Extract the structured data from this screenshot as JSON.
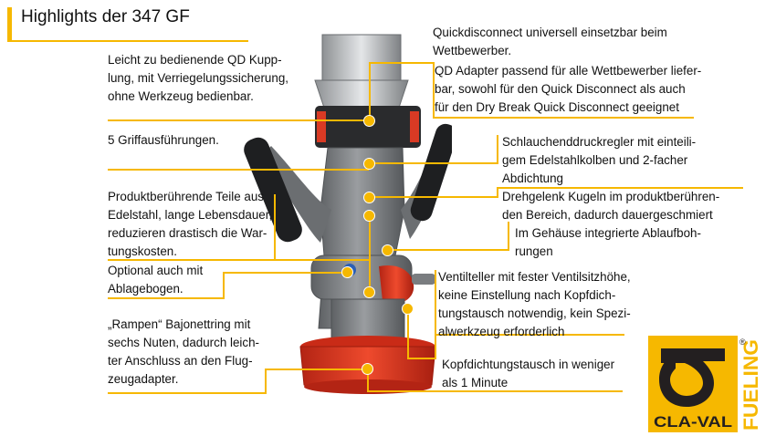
{
  "header": {
    "title": "Highlights der 347 GF"
  },
  "left_callouts": [
    {
      "id": "qd-kupplung",
      "lines": [
        "Leicht zu bedienende QD Kupp-",
        "lung, mit Verriegelungssicherung,",
        "ohne Werkzeug bedienbar."
      ]
    },
    {
      "id": "griff",
      "lines": [
        "5 Griffausführungen."
      ]
    },
    {
      "id": "edelstahl",
      "lines": [
        "Produktberührende Teile aus",
        "Edelstahl, lange Lebensdauer,",
        "reduzieren drastisch die War-",
        "tungskosten."
      ]
    },
    {
      "id": "ablagebogen",
      "lines": [
        "Optional auch mit",
        "Ablagebogen."
      ]
    },
    {
      "id": "bajonett",
      "lines": [
        "„Rampen“ Bajonettring mit",
        "sechs Nuten, dadurch leich-",
        "ter Anschluss an den Flug-",
        "zeugadapter."
      ]
    }
  ],
  "right_callouts": [
    {
      "id": "quickdisconnect",
      "lines": [
        "Quickdisconnect universell einsetzbar beim",
        "Wettbewerber."
      ]
    },
    {
      "id": "qd-adapter",
      "lines": [
        "QD Adapter passend für alle Wettbewerber liefer-",
        "bar, sowohl für den Quick Disconnect als auch",
        "für den Dry Break Quick Disconnect geeignet"
      ]
    },
    {
      "id": "druckregler",
      "lines": [
        "Schlauchenddruckregler mit einteili-",
        "gem Edelstahlkolben und 2-facher",
        "Abdichtung"
      ]
    },
    {
      "id": "drehgelenk",
      "lines": [
        "Drehgelenk Kugeln im produktberühren-",
        "den Bereich, dadurch dauergeschmiert"
      ]
    },
    {
      "id": "ablaufbohrungen",
      "lines": [
        "Im Gehäuse integrierte Ablaufboh-",
        "rungen"
      ]
    },
    {
      "id": "ventilteller",
      "lines": [
        "Ventilteller mit fester Ventilsitzhöhe,",
        "keine Einstellung nach Kopfdich-",
        "tungstausch notwendig, kein Spezi-",
        "alwerkzeug erforderlich"
      ]
    },
    {
      "id": "kopfdichtung",
      "lines": [
        "Kopfdichtungstausch in weniger",
        "als 1 Minute"
      ]
    }
  ],
  "logo": {
    "brand": "CLA-VAL",
    "side_text": "FUELING",
    "registered": "®"
  },
  "colors": {
    "accent": "#f6b800",
    "body_grey": "#7a7d80",
    "red": "#e2321c",
    "logo_bg": "#f6b800",
    "logo_dark": "#231f20"
  }
}
